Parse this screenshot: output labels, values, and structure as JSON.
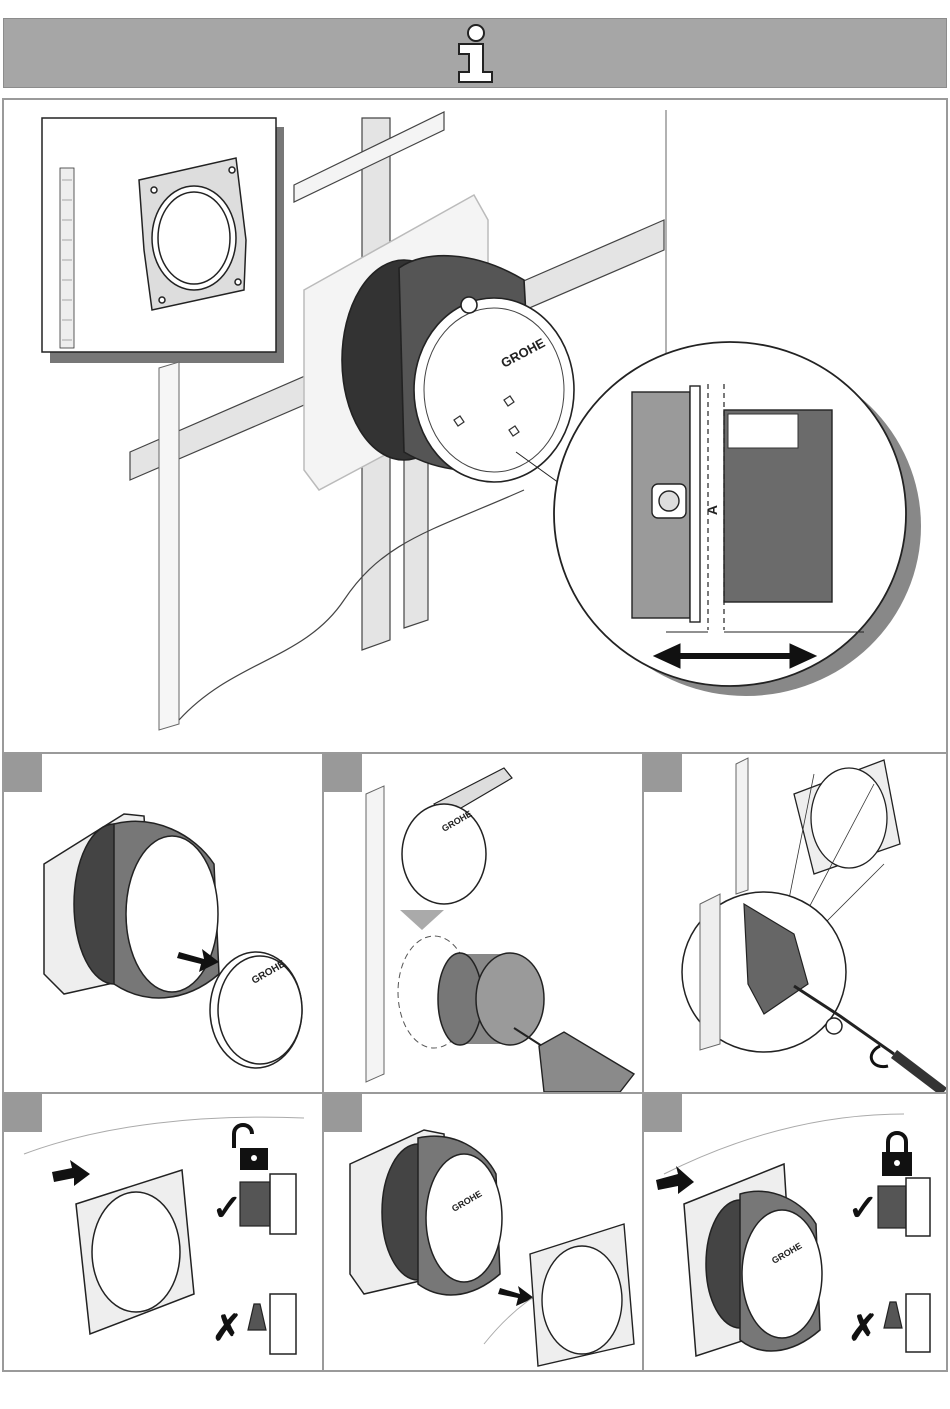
{
  "header": {
    "icon": "info-icon"
  },
  "hero": {
    "brand": "GROHE",
    "dimension_label": "A"
  },
  "steps": [
    {
      "id": 1,
      "icon": "body-remove-cover"
    },
    {
      "id": 2,
      "icon": "cover-cut-drill"
    },
    {
      "id": 3,
      "icon": "screw-fixing"
    },
    {
      "id": 4,
      "icon": "frame-unlock",
      "lock_icon": "unlocked-padlock-icon"
    },
    {
      "id": 5,
      "icon": "insert-body"
    },
    {
      "id": 6,
      "icon": "frame-lock",
      "lock_icon": "locked-padlock-icon"
    }
  ],
  "marks": {
    "correct": "✓",
    "wrong": "✗"
  },
  "colors": {
    "banner": "#a6a6a6",
    "line": "#222222",
    "frame": "#9a9a9a"
  }
}
